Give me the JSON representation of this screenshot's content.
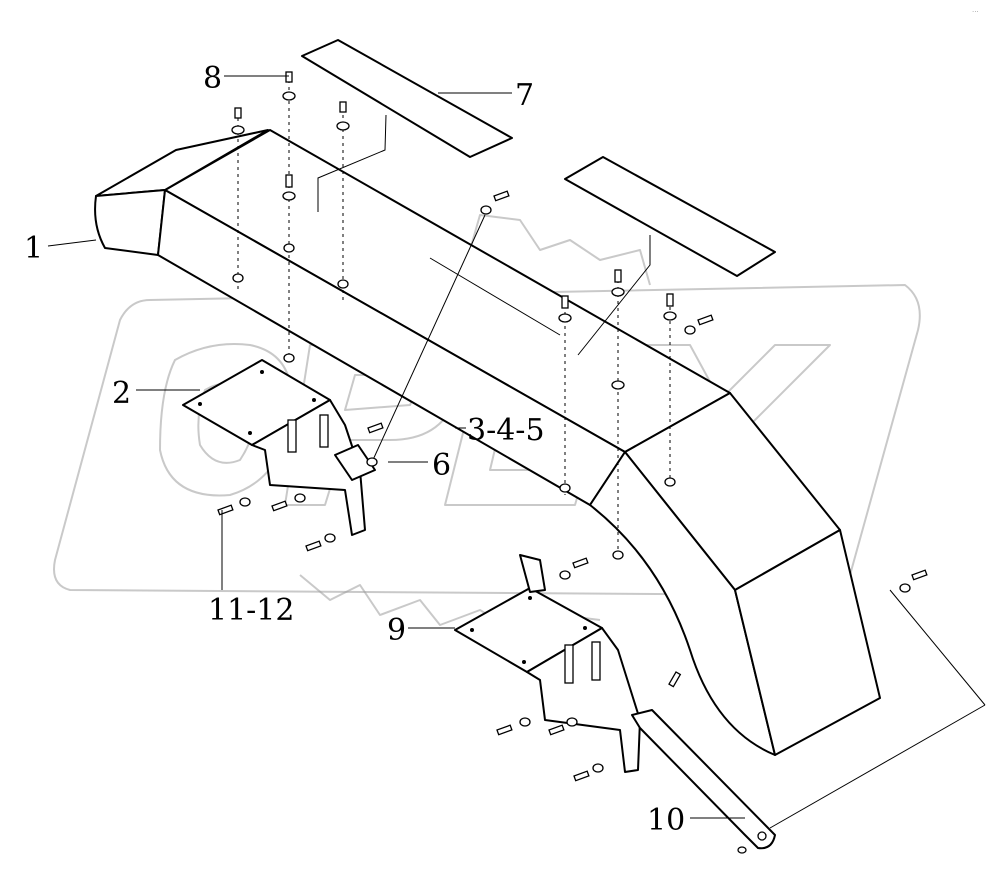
{
  "callouts": {
    "c1": "1",
    "c2": "2",
    "c345": "3-4-5",
    "c6": "6",
    "c7": "7",
    "c8": "8",
    "c9": "9",
    "c10": "10",
    "c1112": "11-12"
  },
  "watermark": {
    "brand": "OPEX",
    "color": "#9c9c9c"
  },
  "corner_mark": "..."
}
